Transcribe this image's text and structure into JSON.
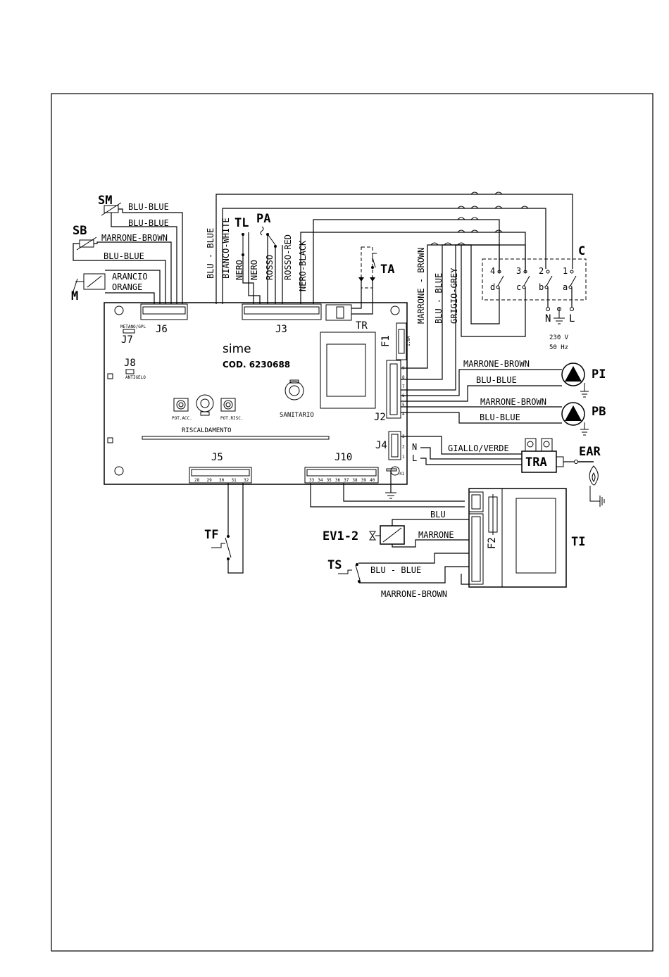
{
  "board": {
    "brand": "sime",
    "code": "COD. 6230688",
    "connectors": {
      "j6": "J6",
      "j7": "J7",
      "j8": "J8",
      "j3": "J3",
      "tr": "TR",
      "f1": "F1",
      "j2": "J2",
      "j4": "J4",
      "j5": "J5",
      "j10": "J10"
    },
    "small_labels": {
      "j7_tag": "METANO/GPL",
      "j8_tag": "ANTIGELO",
      "pot_acc": "POT.ACC.",
      "pot_risc": "POT.RISC.",
      "sanitario": "SANITARIO",
      "riscaldamento": "RISCALDAMENTO",
      "fuse_rating": "1.6A"
    },
    "pins": {
      "j5": [
        "28",
        "29",
        "30",
        "31",
        "32"
      ],
      "j10": [
        "33",
        "34",
        "35",
        "36",
        "37",
        "38",
        "39",
        "40"
      ],
      "j10_extra": "41",
      "j2": [
        "9",
        "8",
        "7",
        "6",
        "5",
        "4"
      ],
      "j4": [
        "3",
        "2",
        "1"
      ]
    }
  },
  "components": {
    "sm": "SM",
    "sb": "SB",
    "m": "M",
    "tl": "TL",
    "pa": "PA",
    "ta": "TA",
    "c": "C",
    "pi": "PI",
    "pb": "PB",
    "ear": "EAR",
    "tra": "TRA",
    "tf": "TF",
    "ev": "EV1-2",
    "ts": "TS",
    "ti": "TI",
    "f2": "F2"
  },
  "switch_c": {
    "numbers": [
      "4",
      "3",
      "2",
      "1"
    ],
    "letters": [
      "d",
      "c",
      "b",
      "a"
    ],
    "neutral": "N",
    "line": "L",
    "voltage": "230 V",
    "frequency": "50 Hz"
  },
  "wires": {
    "sm_blu": "BLU-BLUE",
    "sm_blu2": "BLU-BLUE",
    "sb_marrone": "MARRONE-BROWN",
    "sb_blu": "BLU-BLUE",
    "m_arancio": "ARANCIO",
    "m_orange": "ORANGE",
    "j3_blu": "BLU - BLUE",
    "j3_bianco": "BIANCO-WHITE",
    "j3_nero": "NERO",
    "j3_nero2": "NERO",
    "j3_rosso": "ROSSO",
    "j3_rosso_red": "ROSSO-RED",
    "j3_nero_black": "NERO-BLACK",
    "c_marrone": "MARRONE - BROWN",
    "c_blu": "BLU - BLUE",
    "c_grigio": "GRIGIO-GREY",
    "pi_marrone": "MARRONE-BROWN",
    "pi_blu": "BLU-BLUE",
    "pb_marrone": "MARRONE-BROWN",
    "pb_blu": "BLU-BLUE",
    "j4_n": "N",
    "j4_l": "L",
    "giallo": "GIALLO/VERDE",
    "ti_blu": "BLU",
    "ti_marrone": "MARRONE",
    "ts_blu": "BLU - BLUE",
    "ts_marrone": "MARRONE-BROWN"
  }
}
